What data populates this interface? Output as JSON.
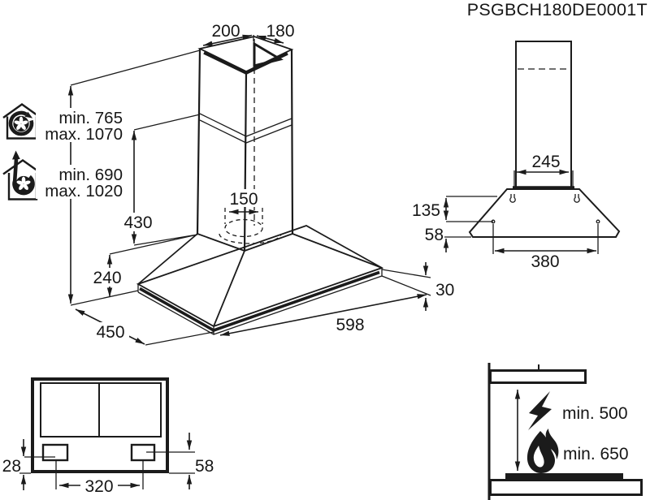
{
  "title": "PSGBCH180DE0001T",
  "colors": {
    "line": "#1b1b1b",
    "bg": "#ffffff"
  },
  "iso_view": {
    "dims": {
      "chimney_top_depth": "200",
      "chimney_top_width": "180",
      "duct_diameter": "150",
      "lower_chimney_height": "430",
      "hood_body_height": "240",
      "hood_depth": "450",
      "hood_width": "598",
      "rim_thickness": "30"
    },
    "install_heights": {
      "recirculation_min": "min. 765",
      "recirculation_max": "max. 1070",
      "extraction_min": "min. 690",
      "extraction_max": "max. 1020"
    }
  },
  "front_view": {
    "dims": {
      "bracket_width": "245",
      "bracket_to_holes": "135",
      "holes_to_bottom": "58",
      "hole_spacing": "380"
    }
  },
  "top_view": {
    "dims": {
      "bracket_edge_offset": "28",
      "bracket_spacing": "320",
      "bracket_bottom_offset": "58"
    }
  },
  "clearance_view": {
    "electric_hob": "min. 500",
    "gas_hob": "min. 650"
  }
}
